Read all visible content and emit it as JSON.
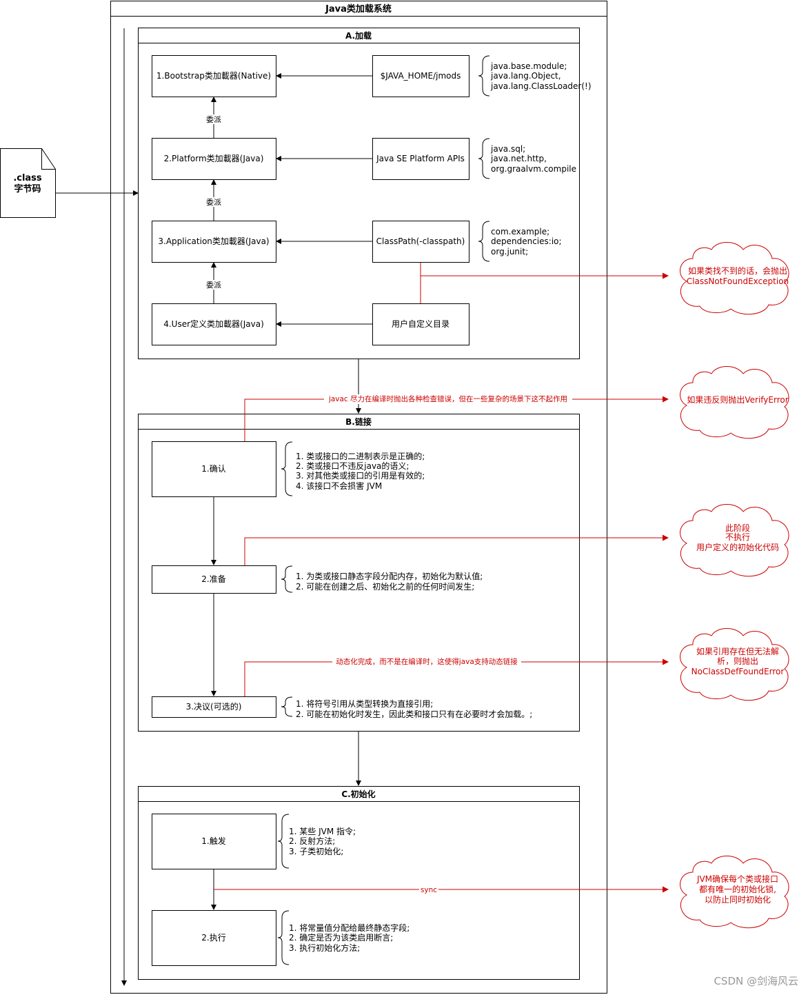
{
  "title": "Java类加载系统",
  "class_file": {
    "line1": ".class",
    "line2": "字节码"
  },
  "loading": {
    "header": "A.加载",
    "loaders": [
      "1.Bootstrap类加載器(Native)",
      "2.Platform类加載器(Java)",
      "3.Application类加載器(Java)",
      "4.User定义类加載器(Java)"
    ],
    "delegate_label": "委派",
    "sources": [
      "$JAVA_HOME/jmods",
      "Java SE Platform APIs",
      "ClassPath(-classpath)",
      "用户自定义目录"
    ],
    "notes": [
      [
        "java.base.module;",
        "java.lang.Object,",
        "java.lang.ClassLoader(!)"
      ],
      [
        "java.sql;",
        "java.net.http,",
        "org.graalvm.compile"
      ],
      [
        "com.example;",
        "dependencies:io;",
        "org.junit;"
      ]
    ]
  },
  "linking": {
    "header": "B.链接",
    "verify": {
      "label": "1.确认",
      "notes": [
        "1. 类或接口的二进制表示是正确的;",
        "2. 类或接口不违反java的语义;",
        "3. 对其他类或接口的引用是有效的;",
        "4. 该接口不会损害 JVM"
      ]
    },
    "prepare": {
      "label": "2.准备",
      "notes": [
        "1. 为类或接口静态字段分配内存，初始化为默认值;",
        "2. 可能在创建之后、初始化之前的任何时间发生;"
      ]
    },
    "resolve": {
      "label": "3.决议(可选的)",
      "notes": [
        "1. 将符号引用从类型转换为直接引用;",
        "2. 可能在初始化时发生，因此类和接口只有在必要时才会加载。;"
      ]
    }
  },
  "initialization": {
    "header": "C.初始化",
    "trigger": {
      "label": "1.触发",
      "notes": [
        "1. 某些 JVM 指令;",
        "2. 反射方法;",
        "3. 子类初始化;"
      ]
    },
    "execute": {
      "label": "2.执行",
      "notes": [
        "1. 将常量值分配给最终静态字段;",
        "2. 确定是否为该类启用断言;",
        "3. 执行初始化方法;"
      ]
    }
  },
  "red_labels": {
    "javac": "javac 尽力在编译时抛出各种检查错误，但在一些复杂的场景下这不起作用",
    "dynamic": "动态化完成，而不是在编译时，这使得java支持动态链接",
    "sync": "sync"
  },
  "clouds": [
    [
      "如果类找不到的话，会抛出",
      "ClassNotFoundException"
    ],
    [
      "如果违反则抛出VerifyError"
    ],
    [
      "此阶段",
      "不执行",
      "用户定义的初始化代码"
    ],
    [
      "如果引用存在但无法解",
      "析，则抛出",
      "NoClassDefFoundError"
    ],
    [
      "JVM确保每个类或接口",
      "都有唯一的初始化锁,",
      "以防止同时初始化"
    ]
  ],
  "watermark": "CSDN @剑海风云",
  "colors": {
    "line": "#000000",
    "accent": "#cc0000",
    "background": "#ffffff"
  }
}
